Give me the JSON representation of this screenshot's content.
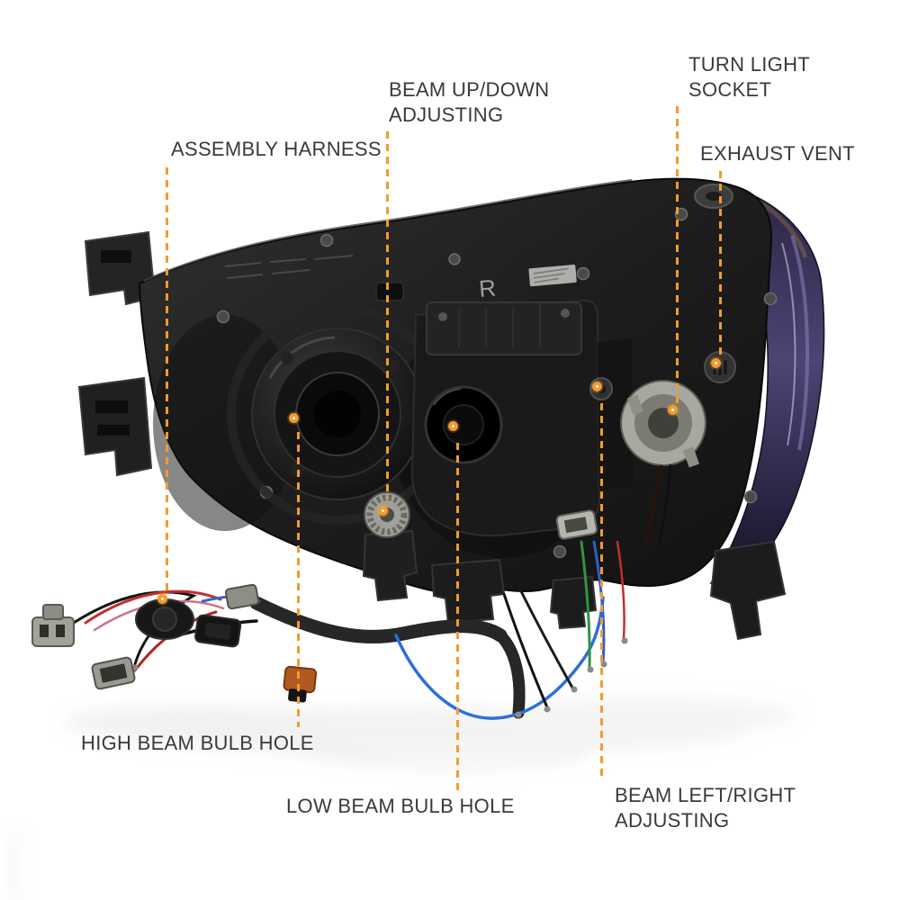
{
  "image": {
    "type": "annotated-product-photo",
    "subject": "Rear view of a headlight assembly with labeled service points and wiring harness",
    "background_color": "#ffffff",
    "accent_color": "#F29B2E",
    "label_text_color": "#3a3a3a",
    "molded_marking": "R"
  },
  "callouts": [
    {
      "id": "assembly-harness",
      "label": "ASSEMBLY HARNESS"
    },
    {
      "id": "beam-up-down-adjusting",
      "label": "BEAM UP/DOWN ADJUSTING"
    },
    {
      "id": "turn-light-socket",
      "label": "TURN LIGHT SOCKET"
    },
    {
      "id": "exhaust-vent",
      "label": "EXHAUST VENT"
    },
    {
      "id": "high-beam-bulb-hole",
      "label": "HIGH BEAM BULB HOLE"
    },
    {
      "id": "low-beam-bulb-hole",
      "label": "LOW BEAM BULB HOLE"
    },
    {
      "id": "beam-left-right-adjusting",
      "label": "BEAM LEFT/RIGHT ADJUSTING"
    }
  ]
}
